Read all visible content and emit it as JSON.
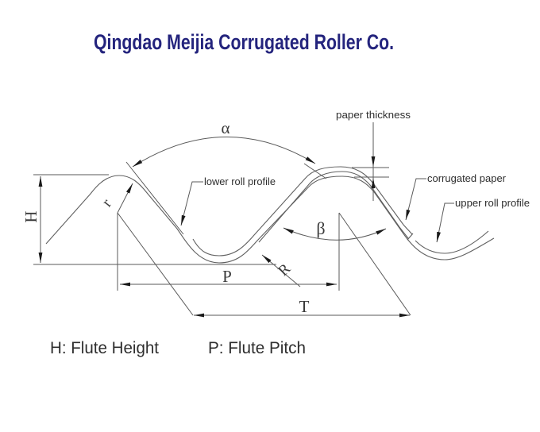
{
  "title": "Qingdao Meijia  Corrugated Roller Co.",
  "colors": {
    "title": "#24247d",
    "line": "#5a5a5a",
    "arrow": "#1a1a1a",
    "text": "#2e2e2e"
  },
  "diagram_labels": {
    "alpha_angle": "α",
    "beta_angle": "β",
    "flute_height": "H",
    "flute_pitch": "P",
    "take_up_length": "T",
    "tip_radius": "r",
    "root_radius": "R",
    "paper_thickness": "paper thickness",
    "lower_roll_profile": "lower roll profile",
    "corrugated_paper": "corrugated paper",
    "upper_roll_profile": "upper roll profile"
  },
  "legend": {
    "height_definition": "H: Flute Height",
    "pitch_definition": "P: Flute Pitch"
  }
}
